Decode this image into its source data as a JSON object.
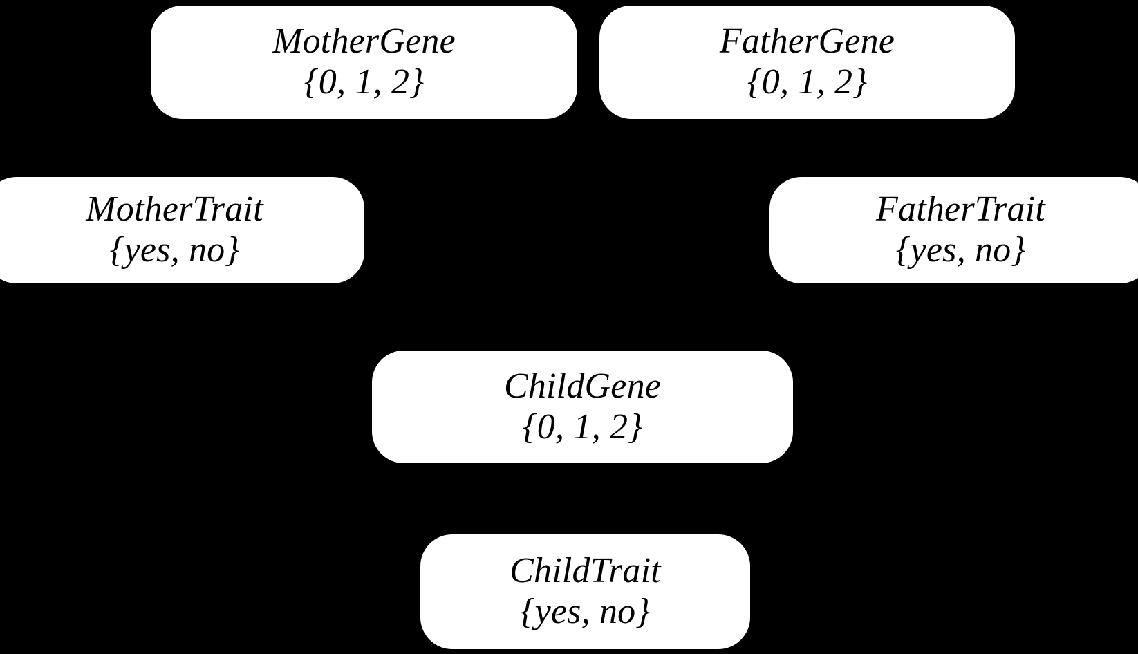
{
  "diagram": {
    "background_color": "#000000",
    "node_fill_color": "#ffffff",
    "node_text_color": "#000000",
    "nodes": [
      {
        "id": "mother-gene",
        "title": "MotherGene",
        "domain": "{0, 1, 2}"
      },
      {
        "id": "father-gene",
        "title": "FatherGene",
        "domain": "{0, 1, 2}"
      },
      {
        "id": "mother-trait",
        "title": "MotherTrait",
        "domain": "{yes, no}"
      },
      {
        "id": "father-trait",
        "title": "FatherTrait",
        "domain": "{yes, no}"
      },
      {
        "id": "child-gene",
        "title": "ChildGene",
        "domain": "{0, 1, 2}"
      },
      {
        "id": "child-trait",
        "title": "ChildTrait",
        "domain": "{yes, no}"
      }
    ]
  }
}
